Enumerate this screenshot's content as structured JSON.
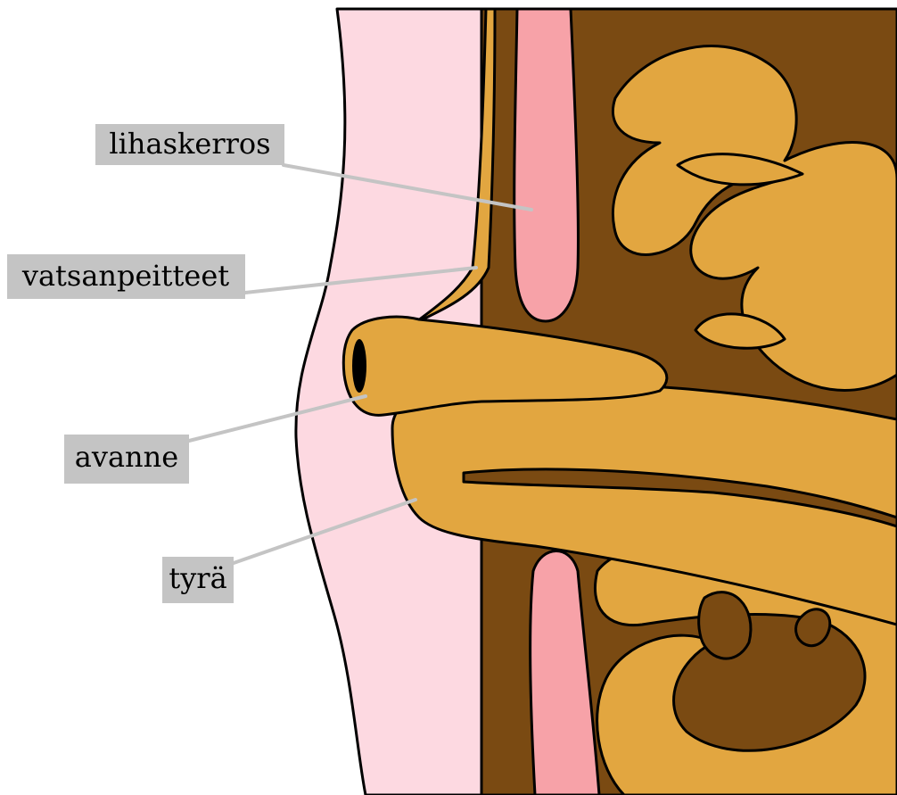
{
  "labels": {
    "muscle_layer": "lihaskerros",
    "abdominal_wall": "vatsanpeitteet",
    "stoma": "avanne",
    "hernia": "tyrä"
  },
  "colors": {
    "skin": "#fdd9e1",
    "muscle": "#f7a2a8",
    "dark_tissue": "#7a4a12",
    "intestine": "#e2a640",
    "label_background": "#c4c4c4",
    "outline": "#000000"
  }
}
